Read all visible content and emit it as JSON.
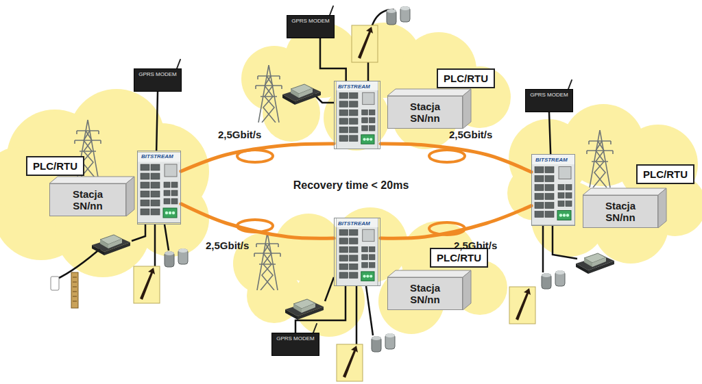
{
  "diagram": {
    "nodes": [
      {
        "text": [
          "GPRS MODEM"
        ]
      },
      {
        "text": [
          "BITSTREAM"
        ]
      },
      {
        "text": [
          "PLC/RTU"
        ]
      },
      {
        "text": [
          "Stacja SN/nn"
        ]
      },
      {
        "text": [
          "GPRS MODEM"
        ]
      },
      {
        "text": [
          "PLC/RTU"
        ]
      },
      {
        "text": [
          "BITSTREAM"
        ]
      },
      {
        "text": [
          "Stacja SN/nn"
        ]
      },
      {
        "text": [
          "GPRS MODEM"
        ]
      },
      {
        "text": [
          "BITSTREAM"
        ]
      },
      {
        "text": [
          "PLC/RTU"
        ]
      },
      {
        "text": [
          "Stacja SN/nn"
        ]
      },
      {
        "text": [
          "BITSTREAM"
        ]
      },
      {
        "text": [
          "PLC/RTU"
        ]
      },
      {
        "text": [
          "Stacja SN/nn"
        ]
      },
      {
        "text": [
          "GPRS MODEM"
        ]
      }
    ],
    "edges": [
      {
        "from": 6,
        "to": 1,
        "label": "2,5Gbit/s",
        "arrow": "none"
      },
      {
        "from": 1,
        "to": 9,
        "label": "2,5Gbit/s",
        "arrow": "none"
      },
      {
        "from": 9,
        "to": 12,
        "label": "2,5Gbit/s",
        "arrow": "none"
      },
      {
        "from": 12,
        "to": 6,
        "label": "2,5Gbit/s",
        "arrow": "none"
      },
      {
        "from": 0,
        "to": 1,
        "arrow": "none"
      },
      {
        "from": 4,
        "to": 6,
        "arrow": "none"
      },
      {
        "from": 8,
        "to": 9,
        "arrow": "none"
      },
      {
        "from": 15,
        "to": 12,
        "arrow": "none"
      }
    ],
    "labels": [
      "Recovery time < 20ms"
    ]
  }
}
